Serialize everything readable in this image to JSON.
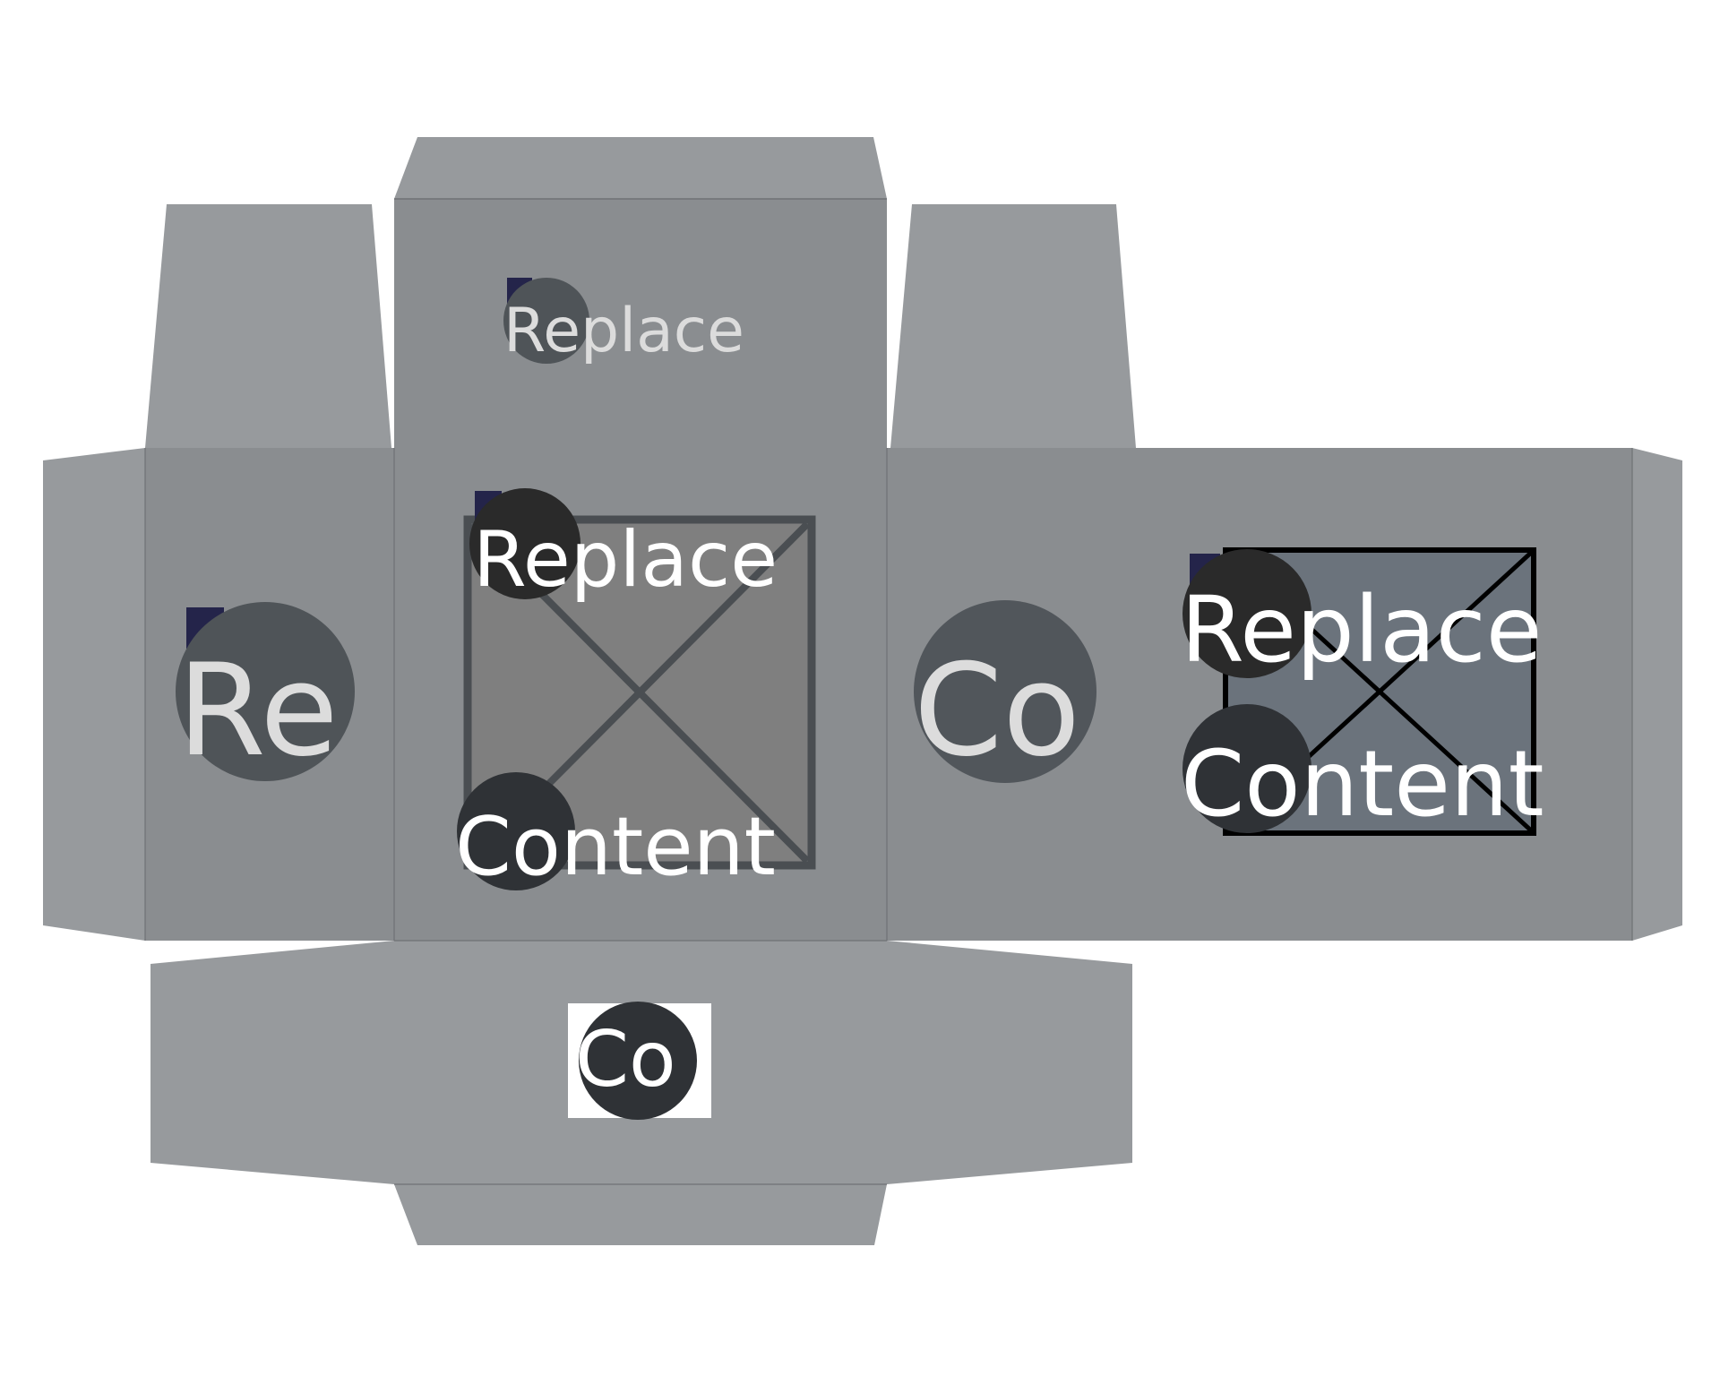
{
  "colors": {
    "background": "#ffffff",
    "panel_main": "#8a8d90",
    "panel_flap": "#979a9d",
    "panel_edge": "#6f7275",
    "placeholder_fill_center": "#7f7f7f",
    "placeholder_stroke_center": "#4a4e52",
    "placeholder_fill_right": "#6b737c",
    "placeholder_stroke_right": "#000000",
    "logo_dark": "#2f3236",
    "logo_mid": "#4f5458",
    "logo_black": "#2a2a2a",
    "logo_shadow": "#24244a",
    "text_light": "#dcdcdc",
    "text_white": "#ffffff"
  },
  "panels": {
    "top_lid": {
      "logo_text": "Replace"
    },
    "center_front": {
      "top_text": "Replace",
      "bottom_text": "Content",
      "placeholder_icon": "image-placeholder-icon"
    },
    "left_side": {
      "logo_text": "Re"
    },
    "right_side": {
      "logo_text": "Co"
    },
    "right_back": {
      "top_text": "Replace",
      "bottom_text": "Content",
      "placeholder_icon": "image-placeholder-icon"
    },
    "bottom_lid": {
      "logo_text": "Co"
    }
  }
}
